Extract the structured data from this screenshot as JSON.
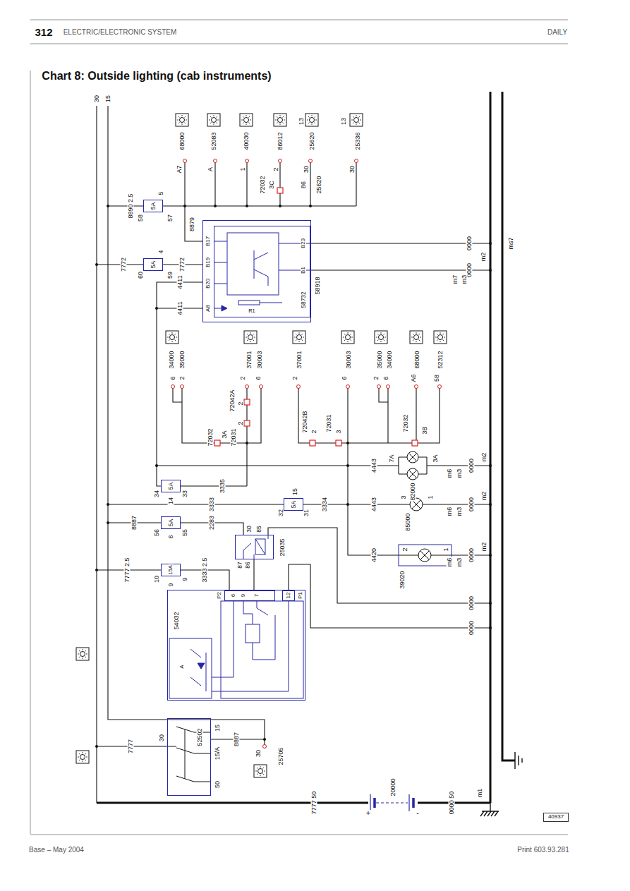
{
  "diagram": {
    "title": "Chart 8: Outside lighting (cab instruments)",
    "nodes": [
      {
        "text": [
          "5A",
          "5"
        ]
      },
      {
        "text": [
          "5A",
          "4"
        ]
      },
      {
        "text": [
          "B17",
          "B19",
          "B20",
          "A8",
          "B23",
          "B1",
          "58918"
        ]
      },
      {
        "text": [
          "R1",
          "58732"
        ],
        "in": 2
      },
      {
        "text": [
          "5A",
          "14"
        ]
      },
      {
        "text": [
          "5A",
          "15"
        ]
      },
      {
        "text": [
          "5A",
          "6"
        ]
      },
      {
        "text": [
          "30",
          "85",
          "87",
          "86",
          "25035"
        ]
      },
      {
        "text": [
          "15A",
          "9"
        ]
      },
      {
        "text": [
          "54032",
          "A"
        ]
      },
      {
        "text": [
          "P2",
          "6",
          "9",
          "7"
        ],
        "in": 9
      },
      {
        "text": [
          "12",
          "P1"
        ],
        "in": 9
      },
      {
        "text": [
          "30",
          "15",
          "15/A",
          "50",
          "52502"
        ]
      },
      {
        "text": [
          "40937"
        ]
      }
    ],
    "edges": [
      {
        "from": 1,
        "to": 2,
        "arrow": "none"
      },
      {
        "from": 0,
        "to": 2,
        "arrow": "none"
      },
      {
        "from": 6,
        "to": 7,
        "arrow": "none"
      },
      {
        "from": 8,
        "to": 10,
        "arrow": "none"
      },
      {
        "from": 7,
        "to": 10,
        "arrow": "none"
      }
    ],
    "labels": [
      "312",
      "ELECTRIC/ELECTRONIC SYSTEM",
      "DAILY",
      "30",
      "15",
      "68000",
      "52083",
      "40030",
      "86012",
      "13",
      "25620",
      "13",
      "25336",
      "A7",
      "A",
      "1",
      "2",
      "30",
      "86",
      "25620",
      "30",
      "72032",
      "3C",
      "58",
      "57",
      "8890 2.5",
      "8879",
      "60",
      "59",
      "7772",
      "7772",
      "4411",
      "4411",
      "0000",
      "0000",
      "m7",
      "m3",
      "m2",
      "ms7",
      "6",
      "2",
      "34000",
      "35000",
      "72032",
      "3A",
      "72031",
      "2",
      "72042A",
      "2",
      "2",
      "6",
      "37001",
      "30003",
      "2",
      "37001",
      "72042B",
      "2",
      "72031",
      "3",
      "6",
      "30003",
      "2",
      "6",
      "35000",
      "34000",
      "72032",
      "3B",
      "A6",
      "68000",
      "58",
      "52312",
      "4443",
      "7A",
      "82000",
      "3A",
      "m6",
      "m3",
      "0000",
      "m2",
      "3335",
      "34",
      "33",
      "3333",
      "32",
      "31",
      "3334",
      "4443",
      "3",
      "1",
      "85000",
      "m6",
      "m3",
      "0000",
      "m2",
      "8887",
      "56",
      "55",
      "2283",
      "4420",
      "2",
      "1",
      "39020",
      "m6",
      "m3",
      "0000",
      "m2",
      "7777 2.5",
      "10",
      "9",
      "3333 2.5",
      "0000",
      "0000",
      "7777",
      "8887",
      "30",
      "25705",
      "7777 50",
      "+",
      "-",
      "20000",
      "0000 50",
      "m1",
      "Base – May 2004",
      "Print 603.93.281"
    ]
  }
}
